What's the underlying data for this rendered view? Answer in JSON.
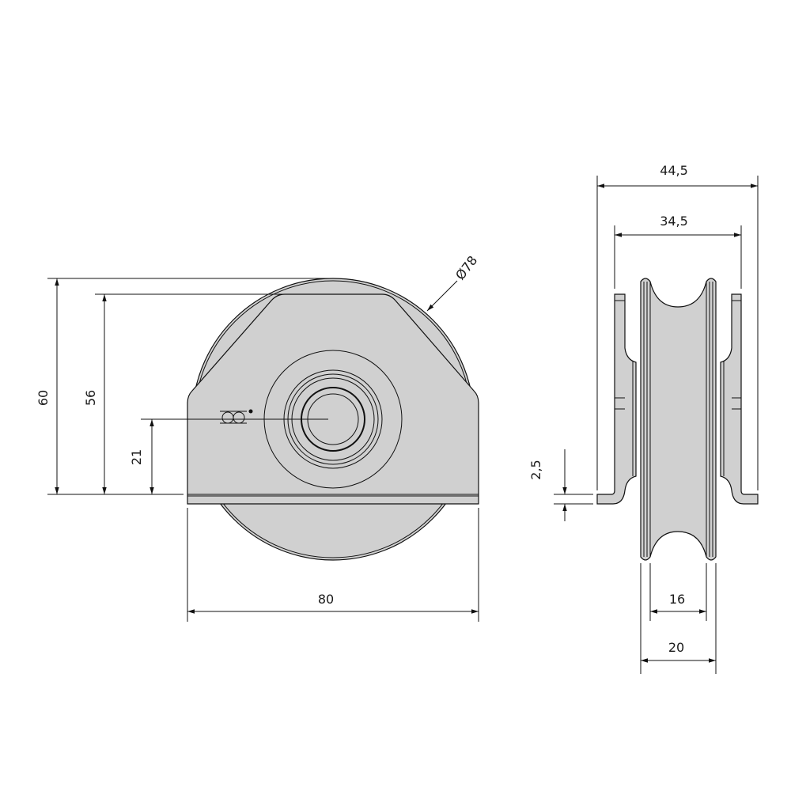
{
  "drawing": {
    "front_view": {
      "dimensions": {
        "overall_height": "60",
        "bracket_height": "56",
        "axle_height": "21",
        "width": "80",
        "wheel_diameter": "Ø78"
      },
      "logo_text": "OO®"
    },
    "side_view": {
      "dimensions": {
        "overall_width": "44,5",
        "bracket_inner_width": "34,5",
        "plate_thickness": "2,5",
        "groove_width": "16",
        "wheel_width": "20"
      }
    },
    "colors": {
      "part_fill": "#d0d0d0",
      "line": "#111111"
    }
  }
}
